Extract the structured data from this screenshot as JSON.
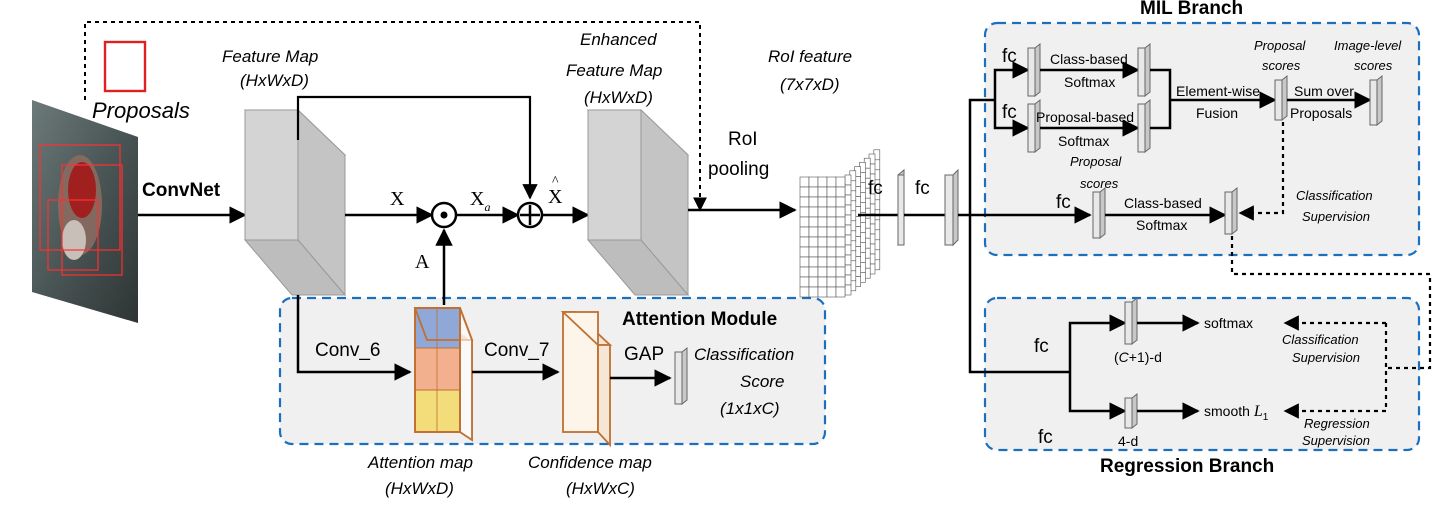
{
  "labels": {
    "proposals": "Proposals",
    "convnet": "ConvNet",
    "feature_map": "Feature Map",
    "feature_map_dim": "(HxWxD)",
    "enhanced_1": "Enhanced",
    "enhanced_2": "Feature Map",
    "enhanced_dim": "(HxWxD)",
    "roi_feature": "RoI feature",
    "roi_feature_dim": "(7x7xD)",
    "roi_pool_1": "RoI",
    "roi_pool_2": "pooling",
    "x": "X",
    "xa": "X",
    "xa_sub": "a",
    "xhat": "X",
    "xhat_accent": "^",
    "a": "A",
    "fc": "fc",
    "attention_module": "Attention Module",
    "conv6": "Conv_6",
    "conv7": "Conv_7",
    "gap": "GAP",
    "cls_score_1": "Classification",
    "cls_score_2": "Score",
    "cls_score_3": "(1x1xC)",
    "attention_map_1": "Attention map",
    "attention_map_2": "(HxWxD)",
    "confidence_map_1": "Confidence map",
    "confidence_map_2": "(HxWxC)",
    "mil_branch": "MIL Branch",
    "class_based": "Class-based",
    "softmax": "Softmax",
    "proposal_based": "Proposal-based",
    "element_wise": "Element-wise",
    "fusion": "Fusion",
    "proposal_scores_1": "Proposal",
    "proposal_scores_2": "scores",
    "image_level_1": "Image-level",
    "image_level_2": "scores",
    "sum_over": "Sum over",
    "proposals_word": "Proposals",
    "cls_supervision_1": "Classification",
    "cls_supervision_2": "Supervision",
    "regression_branch": "Regression Branch",
    "softmax_lc": "softmax",
    "smooth_l1": "smooth",
    "l1": "L",
    "l1_sub": "1",
    "c_plus_1": "(C+1)-d",
    "four_d": "4-d",
    "reg_supervision_1": "Regression",
    "reg_supervision_2": "Supervision"
  },
  "colors": {
    "module_border": "#1a6fbf",
    "module_fill": "#f0f0f0",
    "proposal_box": "#e02020",
    "attention_edge": "#c07030",
    "block_fill": "#d4d4d4"
  }
}
